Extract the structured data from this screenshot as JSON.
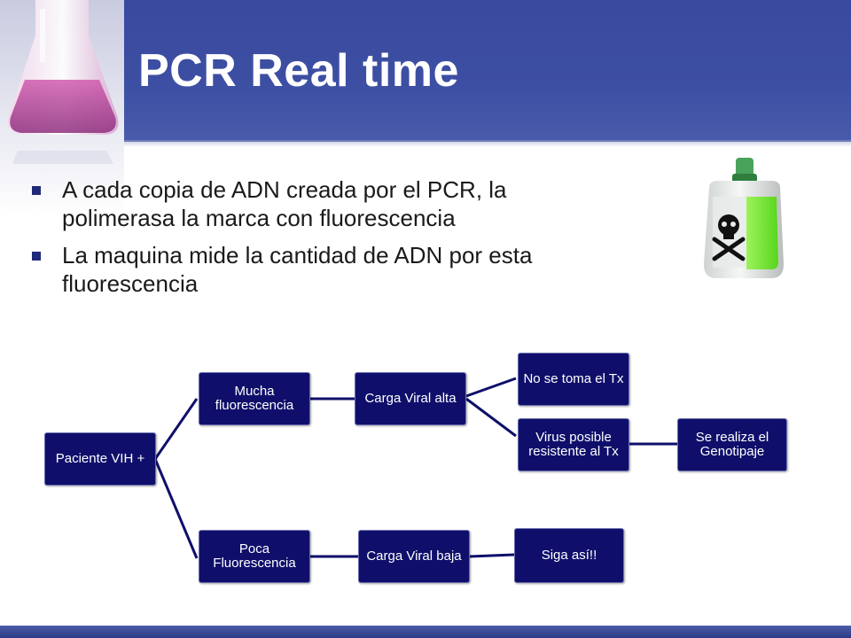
{
  "slide": {
    "title": "PCR Real time",
    "bullets": [
      "A cada copia de ADN creada por el PCR, la polimerasa la marca con fluorescencia",
      "La maquina mide la cantidad de ADN por esta fluorescencia"
    ]
  },
  "diagram": {
    "nodes": {
      "root": "Paciente VIH +",
      "high_fluor": "Mucha fluorescencia",
      "high_load": "Carga Viral alta",
      "no_tx": "No se toma el Tx",
      "resistant": "Virus posible resistente al Tx",
      "genotype": "Se realiza el Genotipaje",
      "low_fluor": "Poca Fluorescencia",
      "low_load": "Carga Viral baja",
      "keep_going": "Siga así!!"
    }
  },
  "colors": {
    "header": "#3d4fa3",
    "node_fill": "#0f0f6b",
    "connector": "#0f0f6b",
    "bullet": "#1f2a7a",
    "poison_liquid": "#7cf03a"
  }
}
